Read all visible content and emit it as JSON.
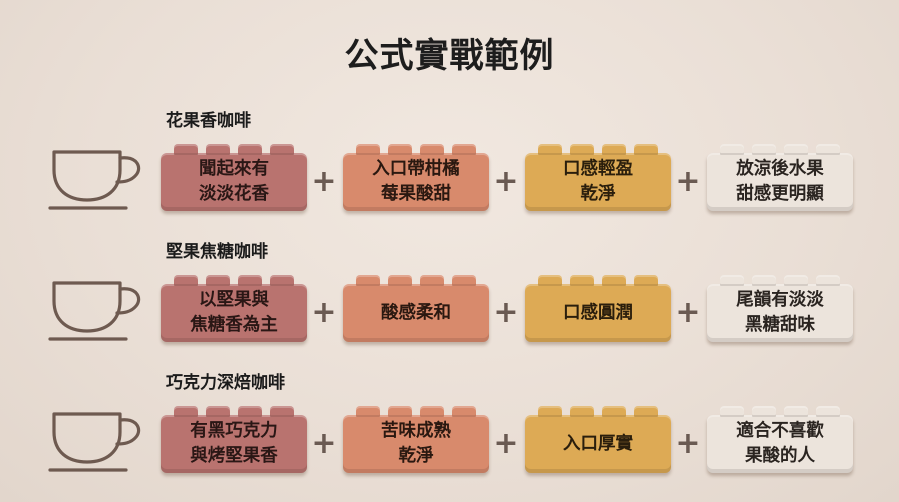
{
  "title": "公式實戰範例",
  "icons": {
    "cup": "coffee-cup-icon",
    "plus": "+"
  },
  "colors": {
    "brick1": "#b9736f",
    "brick2": "#d88a6c",
    "brick3": "#ddaa55",
    "brick4": "#ece4dc",
    "cup_stroke": "#6e5a50"
  },
  "rows": [
    {
      "label": "花果香咖啡",
      "bricks": [
        "聞起來有\n淡淡花香",
        "入口帶柑橘\n莓果酸甜",
        "口感輕盈\n乾淨",
        "放涼後水果\n甜感更明顯"
      ]
    },
    {
      "label": "堅果焦糖咖啡",
      "bricks": [
        "以堅果與\n焦糖香為主",
        "酸感柔和",
        "口感圓潤",
        "尾韻有淡淡\n黑糖甜味"
      ]
    },
    {
      "label": "巧克力深焙咖啡",
      "bricks": [
        "有黑巧克力\n與烤堅果香",
        "苦味成熟\n乾淨",
        "入口厚實",
        "適合不喜歡\n果酸的人"
      ]
    }
  ]
}
